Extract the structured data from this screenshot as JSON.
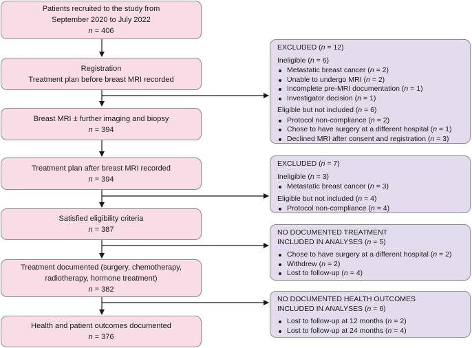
{
  "main_boxes": [
    {
      "line1": "Patients recruited to the study from",
      "line2": "September 2020 to July 2022",
      "n": "406"
    },
    {
      "line1": "Registration",
      "line2": "Treatment plan before breast MRI recorded"
    },
    {
      "line1": "Breast MRI ± further imaging and biopsy",
      "n": "394"
    },
    {
      "line1": "Treatment plan after breast MRI recorded",
      "n": "394"
    },
    {
      "line1": "Satisfied eligibility criteria",
      "n": "387"
    },
    {
      "line1": "Treatment documented (surgery, chemotherapy,",
      "line2": "radiotherapy, hormone treatment)",
      "n": "382"
    },
    {
      "line1": "Health and patient outcomes documented",
      "n": "376"
    }
  ],
  "side_boxes": [
    {
      "title": "EXCLUDED",
      "title_n": "12",
      "groups": [
        {
          "label": "Ineligible",
          "n": "6",
          "items": [
            {
              "text": "Metastatic breast cancer",
              "n": "2"
            },
            {
              "text": "Unable to undergo MRI",
              "n": "2"
            },
            {
              "text": "Incomplete pre-MRI documentation",
              "n": "1"
            },
            {
              "text": "Investigator decision",
              "n": "1"
            }
          ]
        },
        {
          "label": "Eligible but not included",
          "n": "6",
          "items": [
            {
              "text": "Protocol non-compliance",
              "n": "2"
            },
            {
              "text": "Chose to have surgery at a different hospital",
              "n": "1"
            },
            {
              "text": "Declined MRI after consent and registration",
              "n": "3"
            }
          ]
        }
      ]
    },
    {
      "title": "EXCLUDED",
      "title_n": "7",
      "groups": [
        {
          "label": "Ineligible",
          "n": "3",
          "items": [
            {
              "text": "Metastatic breast cancer",
              "n": "3"
            }
          ]
        },
        {
          "label": "Eligible but not included",
          "n": "4",
          "items": [
            {
              "text": "Protocol non-compliance",
              "n": "4"
            }
          ]
        }
      ]
    },
    {
      "title": "NO DOCUMENTED TREATMENT",
      "title2": "INCLUDED IN ANALYSES",
      "title_n": "5",
      "groups": [
        {
          "items": [
            {
              "text": "Chose to have surgery at a different hospital",
              "n": "2"
            },
            {
              "text": "Withdrew",
              "n": "2"
            },
            {
              "text": "Lost to follow-up ",
              "n": "4"
            }
          ]
        }
      ]
    },
    {
      "title": "NO DOCUMENTED HEALTH OUTCOMES",
      "title2": "INCLUDED IN ANALYSES",
      "title_n": "6",
      "groups": [
        {
          "items": [
            {
              "text": "Lost to follow-up at 12 months",
              "n": "2"
            },
            {
              "text": "Lost to follow-up at 24 months",
              "n": "4"
            }
          ]
        }
      ]
    }
  ],
  "labels": {
    "n": "n",
    "eq": " = "
  },
  "colors": {
    "main_box": "#f8dde7",
    "side_box": "#e3dcec",
    "border": "#8c8c8c",
    "arrow": "#1a1a1a"
  }
}
